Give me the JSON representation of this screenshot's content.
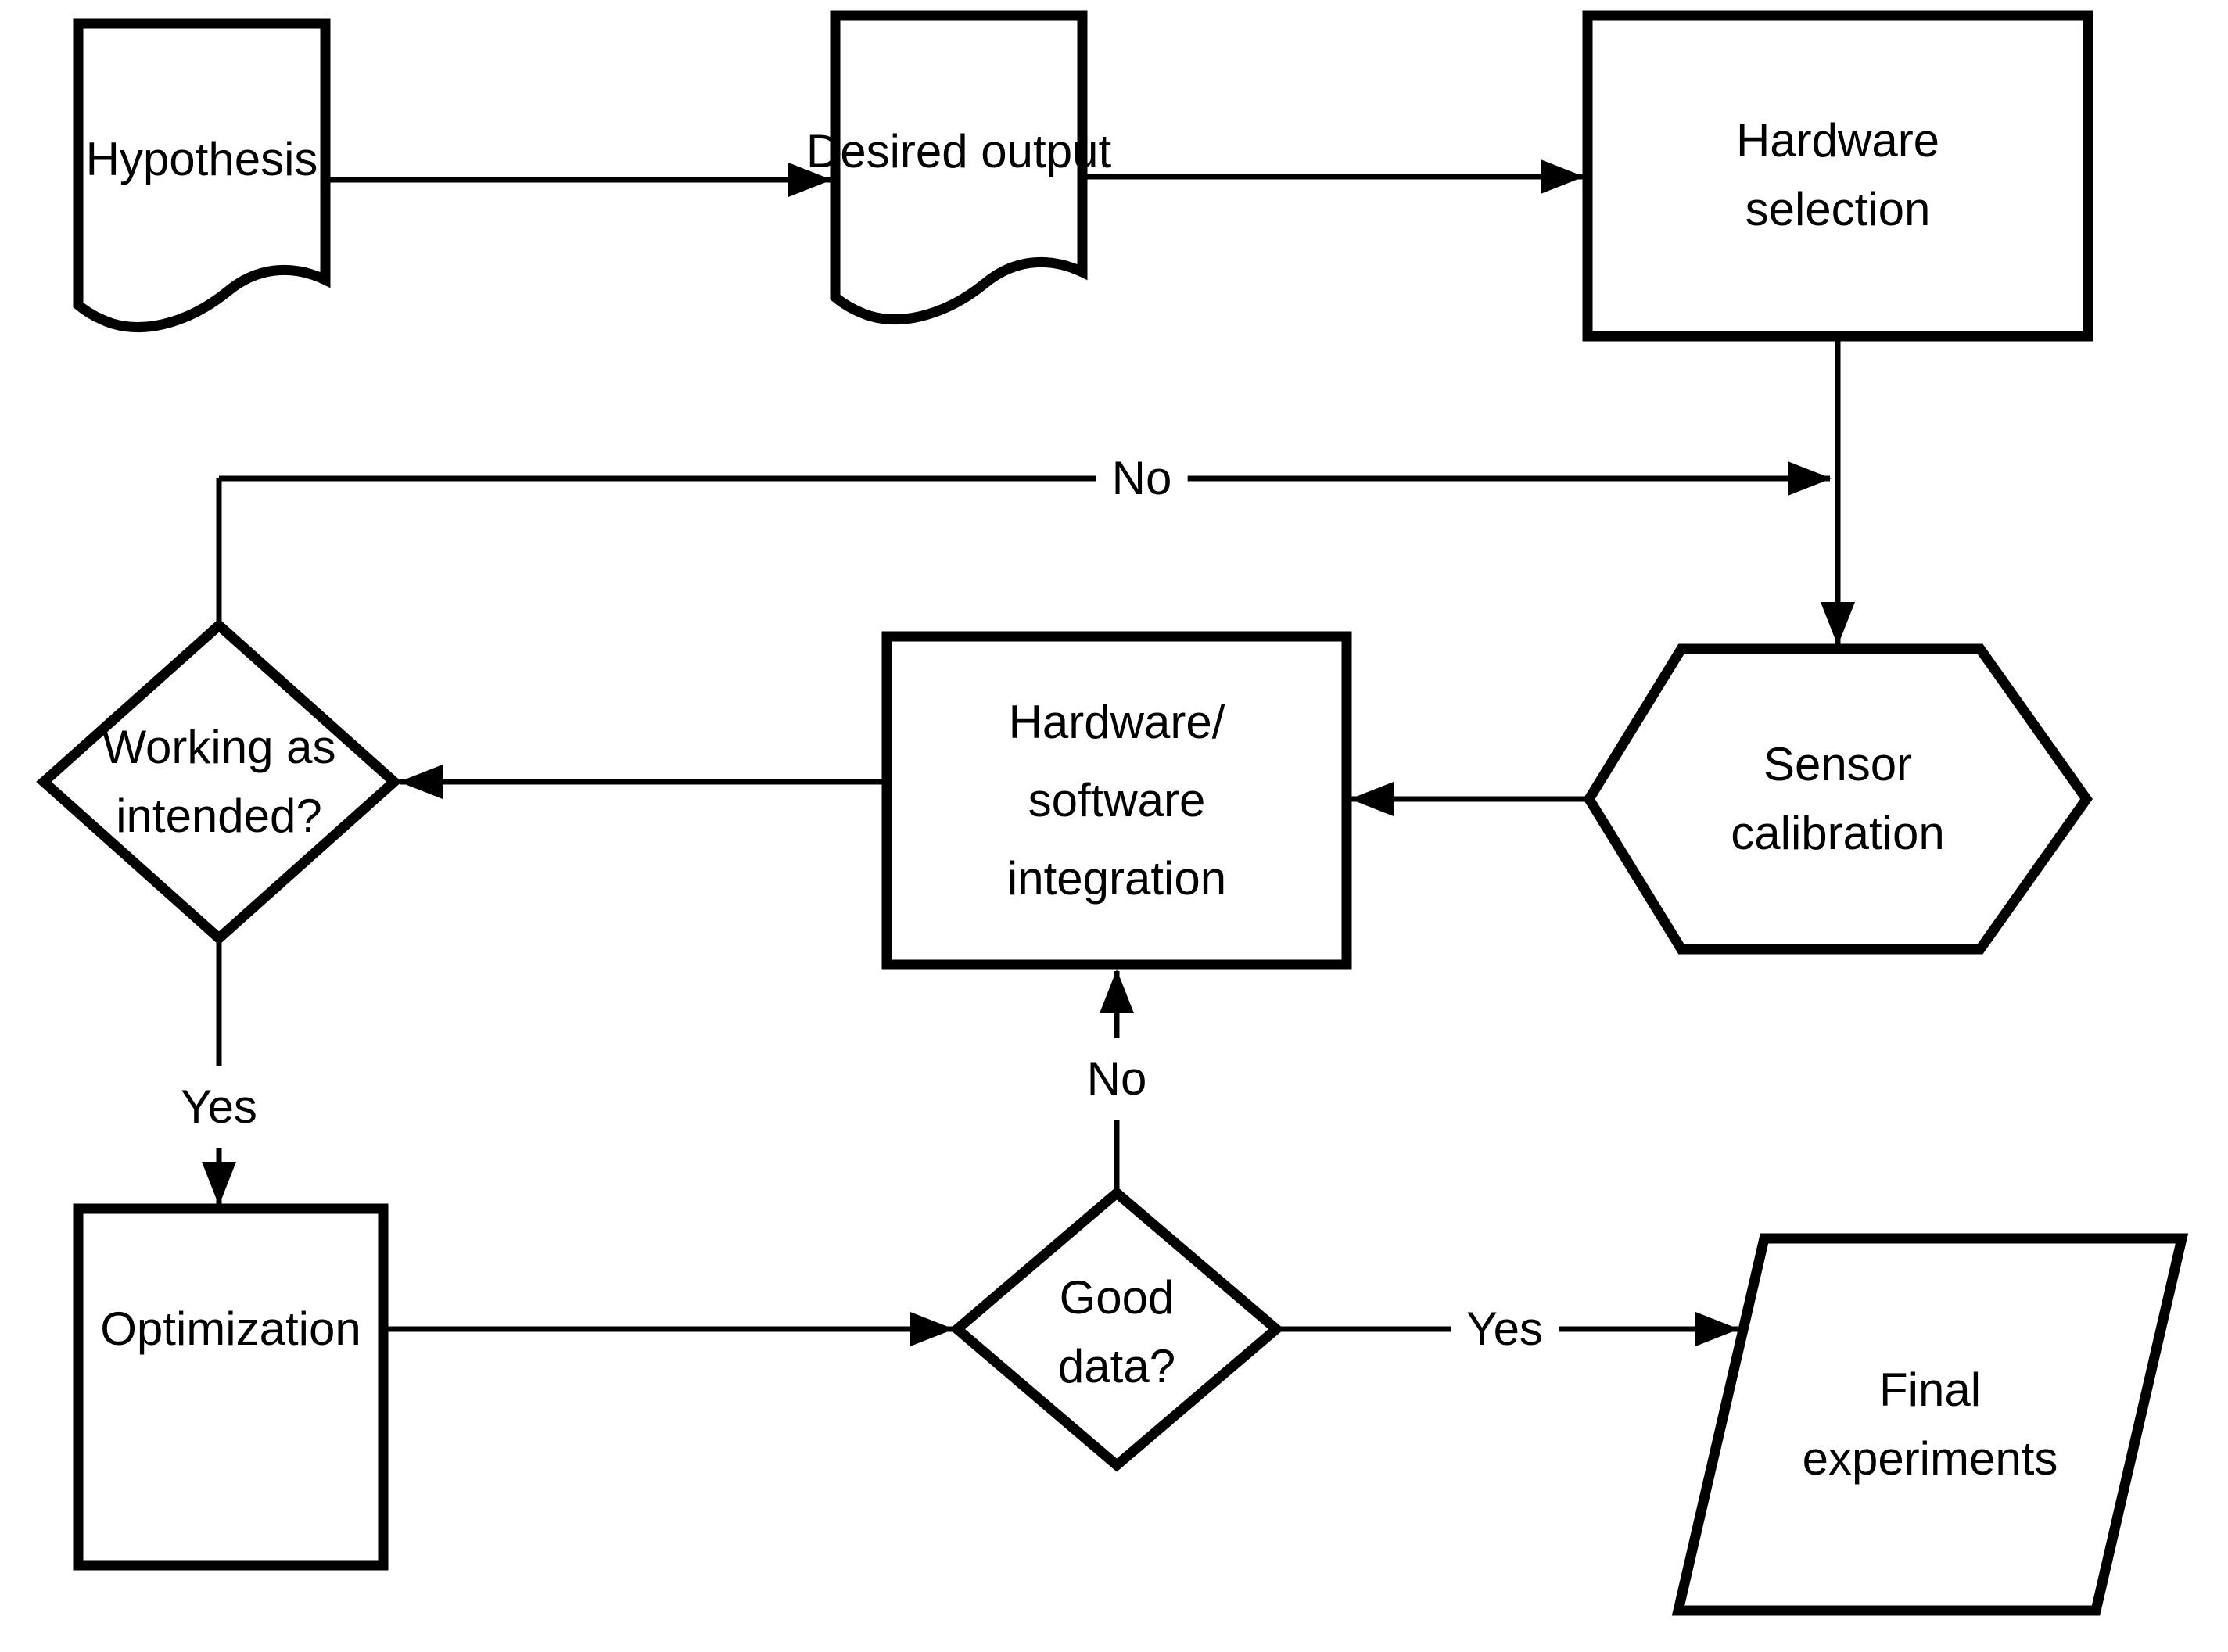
{
  "diagram_type": "flowchart",
  "colors": {
    "background": "#ffffff",
    "shape_fill": "#ffffff",
    "stroke": "#000000",
    "text": "#000000"
  },
  "nodes": {
    "hypothesis": {
      "shape": "document",
      "label": "Hypothesis"
    },
    "desired_output": {
      "shape": "document",
      "label": "Desired output"
    },
    "hardware_selection": {
      "shape": "process",
      "lines": [
        "Hardware",
        "selection"
      ]
    },
    "sensor_calibration": {
      "shape": "hexagon",
      "lines": [
        "Sensor",
        "calibration"
      ]
    },
    "hw_sw_integration": {
      "shape": "process",
      "lines": [
        "Hardware/",
        "software",
        "integration"
      ]
    },
    "working_as_intended": {
      "shape": "decision",
      "lines": [
        "Working as",
        "intended?"
      ]
    },
    "optimization": {
      "shape": "process",
      "label": "Optimization"
    },
    "good_data": {
      "shape": "decision",
      "lines": [
        "Good",
        "data?"
      ]
    },
    "final_experiments": {
      "shape": "parallelogram",
      "lines": [
        "Final",
        "experiments"
      ]
    }
  },
  "edges": [
    {
      "from": "hypothesis",
      "to": "desired_output",
      "label": ""
    },
    {
      "from": "desired_output",
      "to": "hardware_selection",
      "label": ""
    },
    {
      "from": "hardware_selection",
      "to": "sensor_calibration",
      "label": ""
    },
    {
      "from": "working_as_intended",
      "to": "sensor_calibration",
      "label": "No"
    },
    {
      "from": "sensor_calibration",
      "to": "hw_sw_integration",
      "label": ""
    },
    {
      "from": "hw_sw_integration",
      "to": "working_as_intended",
      "label": ""
    },
    {
      "from": "working_as_intended",
      "to": "optimization",
      "label": "Yes"
    },
    {
      "from": "optimization",
      "to": "good_data",
      "label": ""
    },
    {
      "from": "good_data",
      "to": "hw_sw_integration",
      "label": "No"
    },
    {
      "from": "good_data",
      "to": "final_experiments",
      "label": "Yes"
    }
  ]
}
